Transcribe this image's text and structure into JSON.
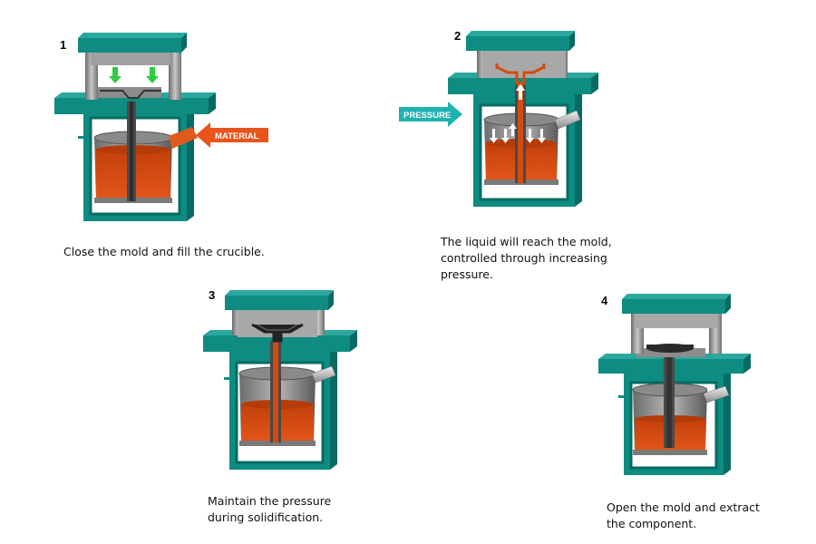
{
  "steps": [
    {
      "number": "1",
      "lines": [
        "Close the mold and fill the crucible."
      ]
    },
    {
      "number": "2",
      "lines": [
        "The liquid will reach the mold,",
        "controlled through increasing",
        "pressure."
      ]
    },
    {
      "number": "3",
      "lines": [
        "Maintain the pressure",
        "during solidification."
      ]
    },
    {
      "number": "4",
      "lines": [
        "Open the mold and extract",
        "the component."
      ]
    }
  ],
  "labels": {
    "material": "MATERIAL",
    "pressure": "PRESSURE"
  },
  "colors": {
    "frame": "#0e8c82",
    "frame_dark": "#066b62",
    "frame_top": "#2aa89e",
    "metal": "#9a9a9a",
    "metal_dark": "#5e5e5e",
    "molten": "#d24b0f",
    "material_arrow": "#e8541a",
    "pressure_arrow": "#1fb3b0",
    "push_arrow": "#2ecc40"
  }
}
